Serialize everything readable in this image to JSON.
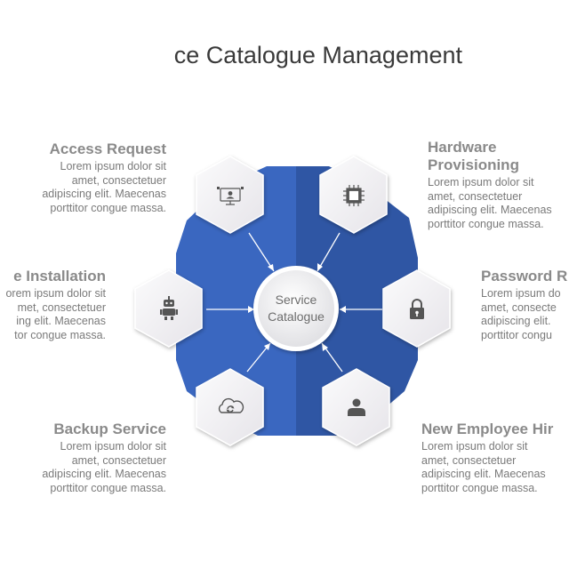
{
  "title": "ce Catalogue Management",
  "center": {
    "line1": "Service",
    "line2": "Catalogue"
  },
  "colors": {
    "left_blue": "#3a67c0",
    "right_blue": "#2f56a4",
    "hex_fill": "#f1f0f2",
    "connector": "#ffffff"
  },
  "items": [
    {
      "id": "access-request",
      "heading": "Access Request",
      "body": "Lorem ipsum dolor sit\namet, consectetuer\nadipiscing elit. Maecenas\nporttitor congue massa.",
      "icon": "monitor-user-icon"
    },
    {
      "id": "hardware-provisioning",
      "heading": "Hardware\nProvisioning",
      "body": "Lorem ipsum dolor sit\namet, consectetuer\nadipiscing elit. Maecenas\nporttitor congue massa.",
      "icon": "chip-icon"
    },
    {
      "id": "software-installation",
      "heading": "e Installation",
      "body": "orem ipsum dolor sit\nmet, consectetuer\ning elit. Maecenas\ntor congue massa.",
      "icon": "robot-icon"
    },
    {
      "id": "password-reset",
      "heading": "Password R",
      "body": "Lorem ipsum do\namet, consecte\nadipiscing elit.\nporttitor congu",
      "icon": "lock-icon"
    },
    {
      "id": "backup-service",
      "heading": "Backup Service",
      "body": "Lorem ipsum dolor sit\namet, consectetuer\nadipiscing elit. Maecenas\nporttitor congue massa.",
      "icon": "cloud-sync-icon"
    },
    {
      "id": "new-employee-hire",
      "heading": "New Employee Hir",
      "body": "Lorem ipsum dolor sit\namet, consectetuer\nadipiscing elit. Maecenas\nporttitor congue massa.",
      "icon": "person-icon"
    }
  ]
}
